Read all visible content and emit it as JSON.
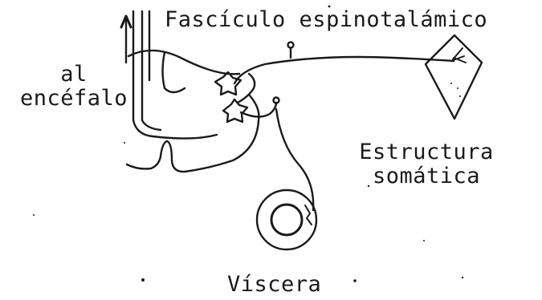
{
  "labels": {
    "tract": "Fascículo espinotalámico",
    "brain_line1": "al",
    "brain_line2": "encéfalo",
    "soma_line1": "Estructura",
    "soma_line2": "somática",
    "viscera": "Víscera"
  },
  "colors": {
    "ink": "#1a1a1a",
    "background": "#ffffff"
  },
  "icons": {
    "arrow": "up-arrow-icon",
    "neuron": "star-neuron-icon",
    "receptor": "nerve-ending-icon"
  }
}
